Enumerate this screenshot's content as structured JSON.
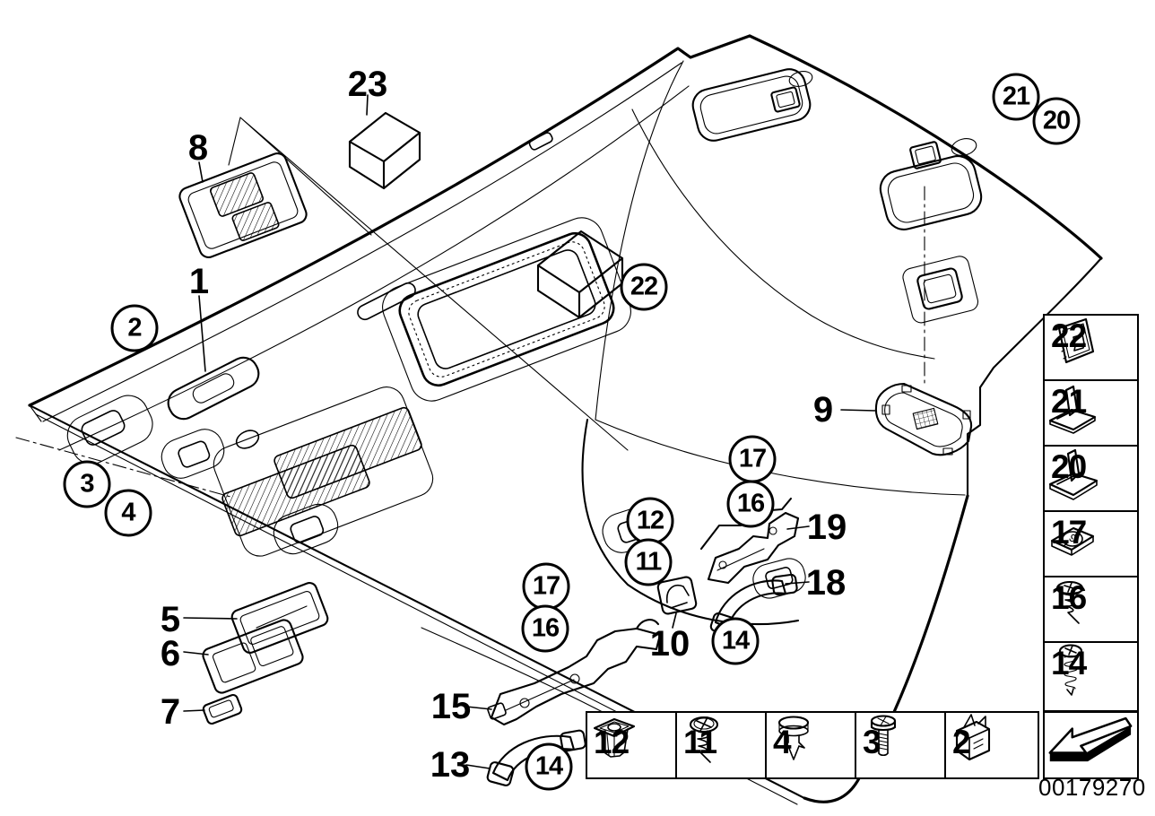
{
  "callouts": {
    "plain": [
      {
        "part": "8"
      },
      {
        "part": "23"
      },
      {
        "part": "1"
      },
      {
        "part": "9"
      },
      {
        "part": "19"
      },
      {
        "part": "18"
      },
      {
        "part": "10"
      },
      {
        "part": "5"
      },
      {
        "part": "6"
      },
      {
        "part": "7"
      },
      {
        "part": "15"
      },
      {
        "part": "13"
      }
    ],
    "circled": [
      {
        "part": "2"
      },
      {
        "part": "3"
      },
      {
        "part": "4"
      },
      {
        "part": "21"
      },
      {
        "part": "20"
      },
      {
        "part": "22"
      },
      {
        "part": "17"
      },
      {
        "part": "16"
      },
      {
        "part": "12"
      },
      {
        "part": "11"
      },
      {
        "part": "17"
      },
      {
        "part": "16"
      },
      {
        "part": "14"
      },
      {
        "part": "14"
      }
    ]
  },
  "legend": {
    "side_items": [
      {
        "number": "22",
        "icon": "adhesive-pad-icon"
      },
      {
        "number": "21",
        "icon": "fin-bracket-icon"
      },
      {
        "number": "20",
        "icon": "fin-bracket-icon"
      },
      {
        "number": "17",
        "icon": "speed-nut-icon"
      },
      {
        "number": "16",
        "icon": "short-screw-icon"
      },
      {
        "number": "14",
        "icon": "long-screw-icon"
      }
    ],
    "bottom_items": [
      {
        "number": "12",
        "icon": "expansion-nut-icon"
      },
      {
        "number": "11",
        "icon": "pan-head-screw-icon"
      },
      {
        "number": "4",
        "icon": "expanding-rivet-icon"
      },
      {
        "number": "3",
        "icon": "machine-screw-icon"
      },
      {
        "number": "2",
        "icon": "clamp-clip-icon"
      }
    ]
  },
  "footer": {
    "part_number": "00179270"
  }
}
